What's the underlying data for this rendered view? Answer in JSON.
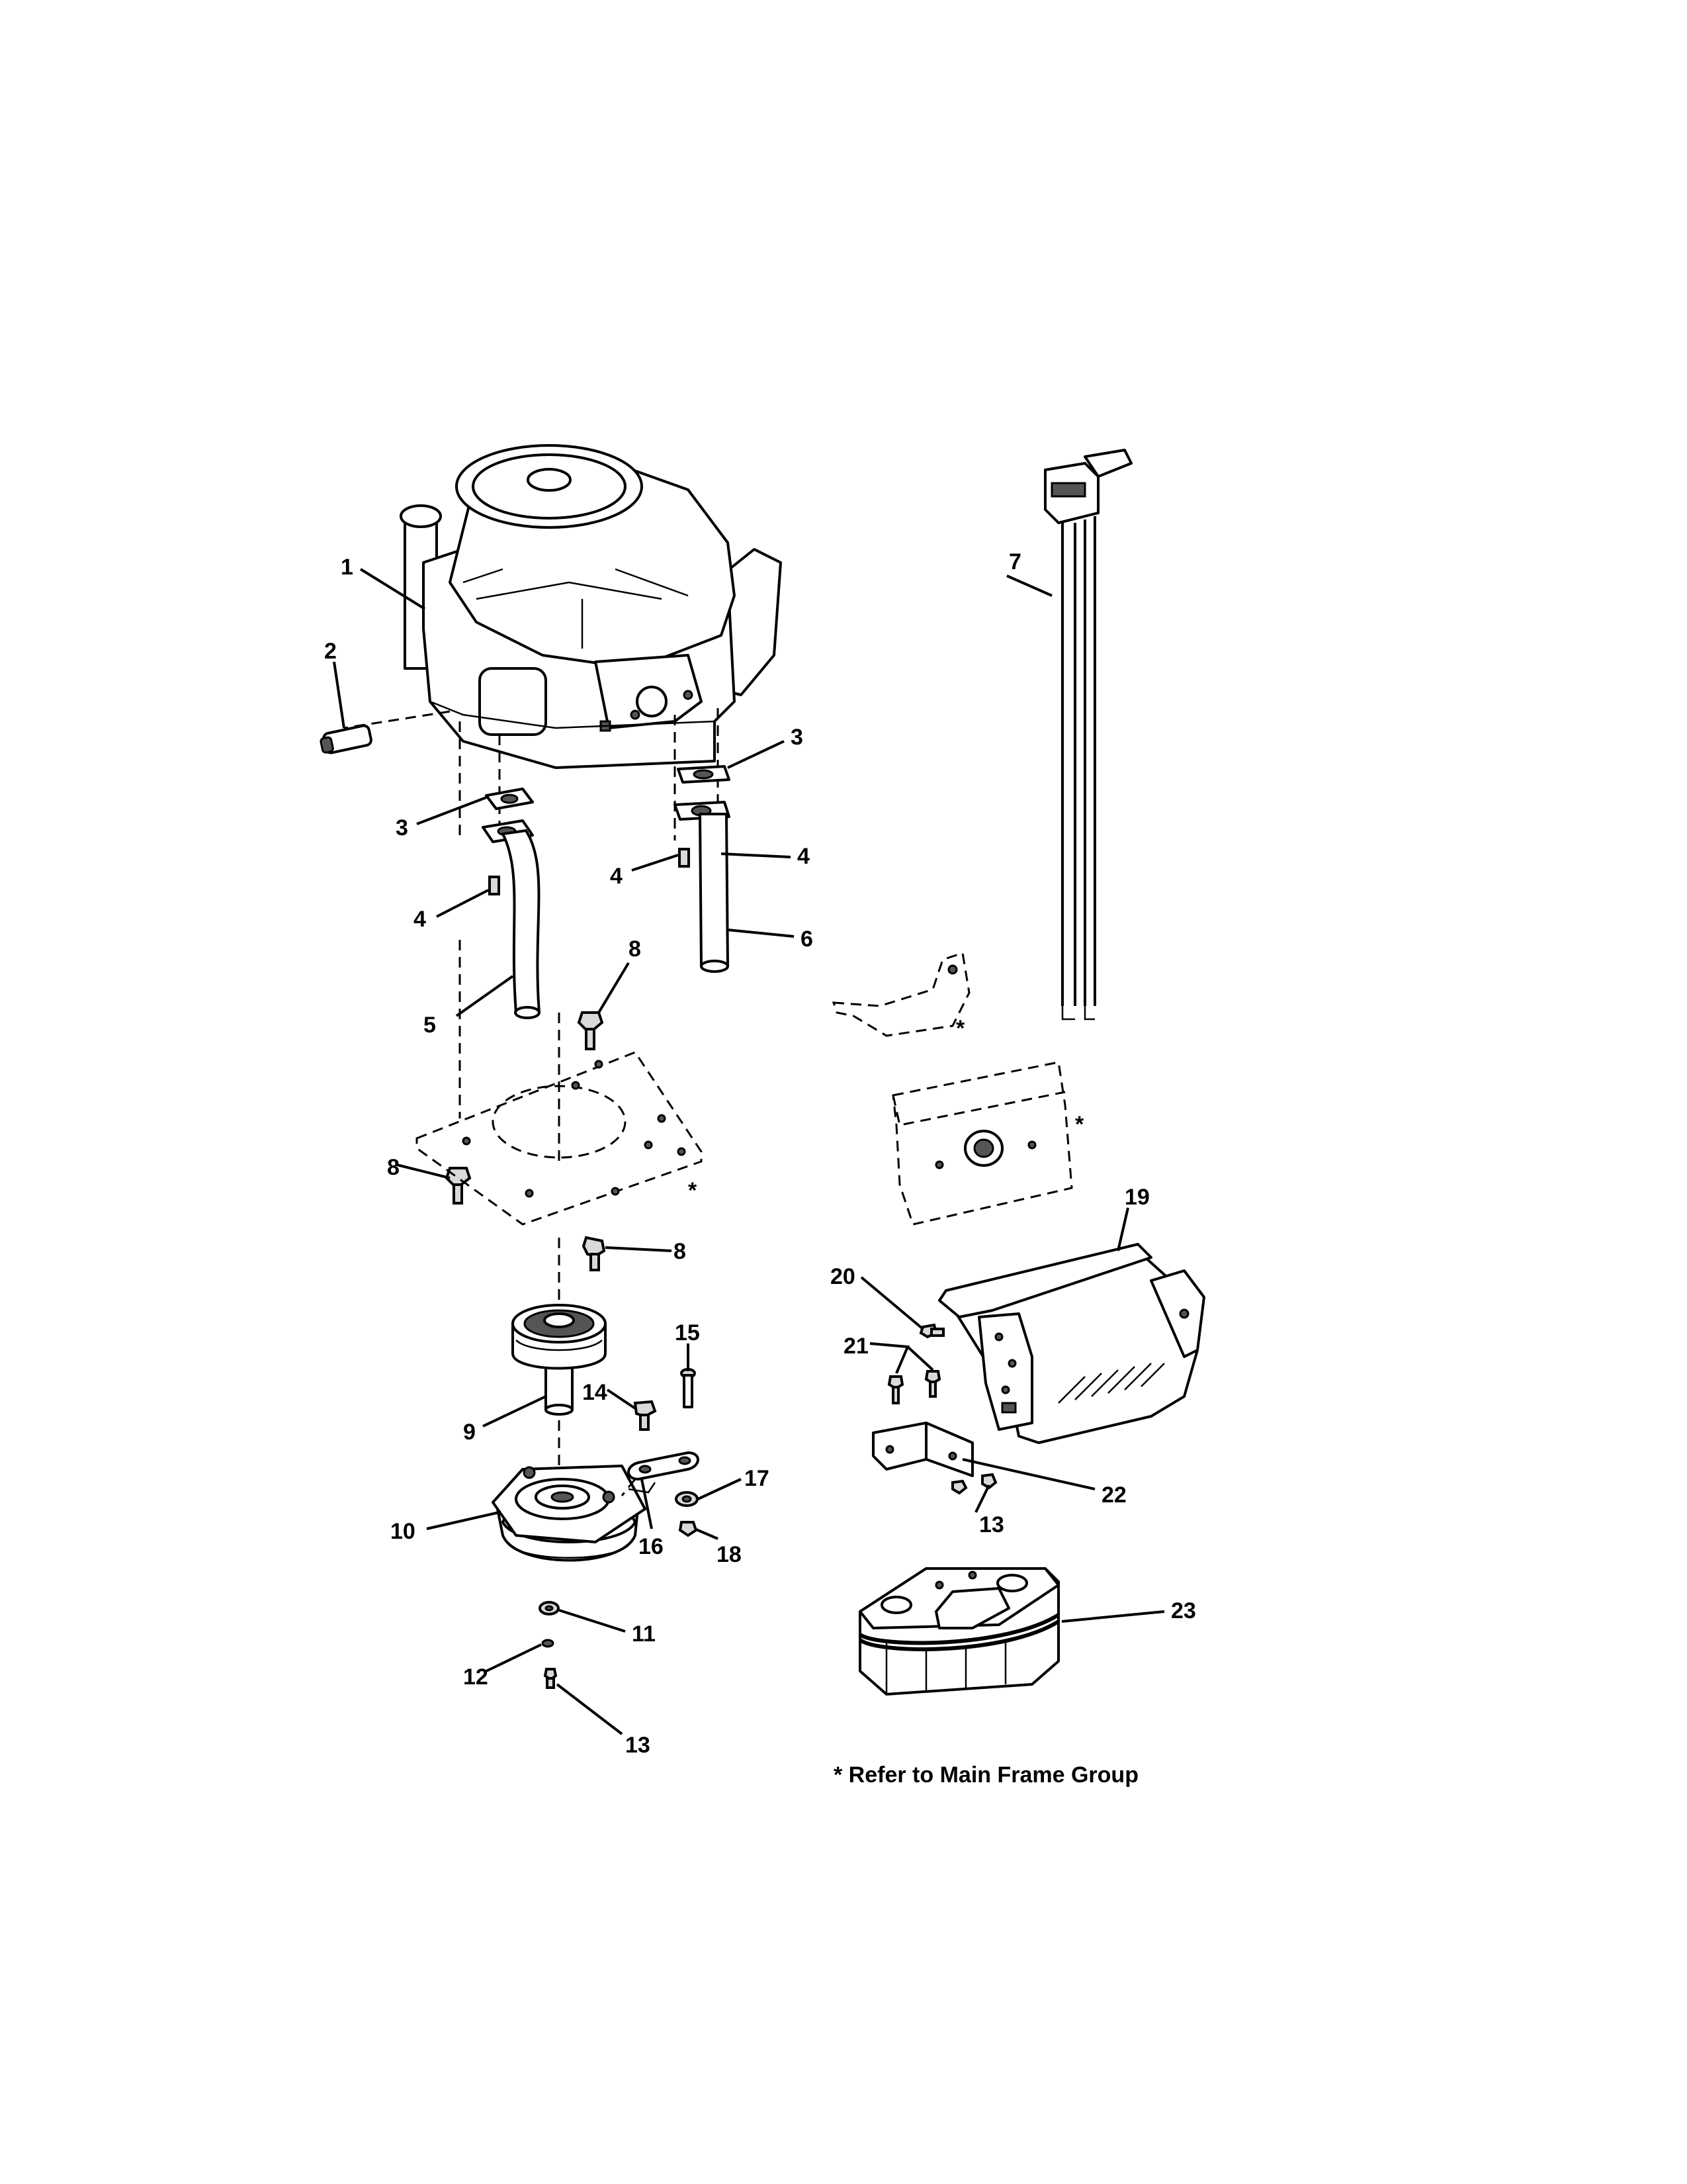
{
  "callouts": [
    {
      "id": "c1",
      "text": "1"
    },
    {
      "id": "c2",
      "text": "2"
    },
    {
      "id": "c3a",
      "text": "3"
    },
    {
      "id": "c3b",
      "text": "3"
    },
    {
      "id": "c4a",
      "text": "4"
    },
    {
      "id": "c4b",
      "text": "4"
    },
    {
      "id": "c4c",
      "text": "4"
    },
    {
      "id": "c5",
      "text": "5"
    },
    {
      "id": "c6",
      "text": "6"
    },
    {
      "id": "c7",
      "text": "7"
    },
    {
      "id": "c8a",
      "text": "8"
    },
    {
      "id": "c8b",
      "text": "8"
    },
    {
      "id": "c8c",
      "text": "8"
    },
    {
      "id": "c9",
      "text": "9"
    },
    {
      "id": "c10",
      "text": "10"
    },
    {
      "id": "c11",
      "text": "11"
    },
    {
      "id": "c12",
      "text": "12"
    },
    {
      "id": "c13a",
      "text": "13"
    },
    {
      "id": "c13b",
      "text": "13"
    },
    {
      "id": "c14",
      "text": "14"
    },
    {
      "id": "c15",
      "text": "15"
    },
    {
      "id": "c16",
      "text": "16"
    },
    {
      "id": "c17",
      "text": "17"
    },
    {
      "id": "c18",
      "text": "18"
    },
    {
      "id": "c19",
      "text": "19"
    },
    {
      "id": "c20",
      "text": "20"
    },
    {
      "id": "c21",
      "text": "21"
    },
    {
      "id": "c22",
      "text": "22"
    },
    {
      "id": "c23",
      "text": "23"
    }
  ],
  "asterisk": "*",
  "footnote": "* Refer to Main Frame Group"
}
